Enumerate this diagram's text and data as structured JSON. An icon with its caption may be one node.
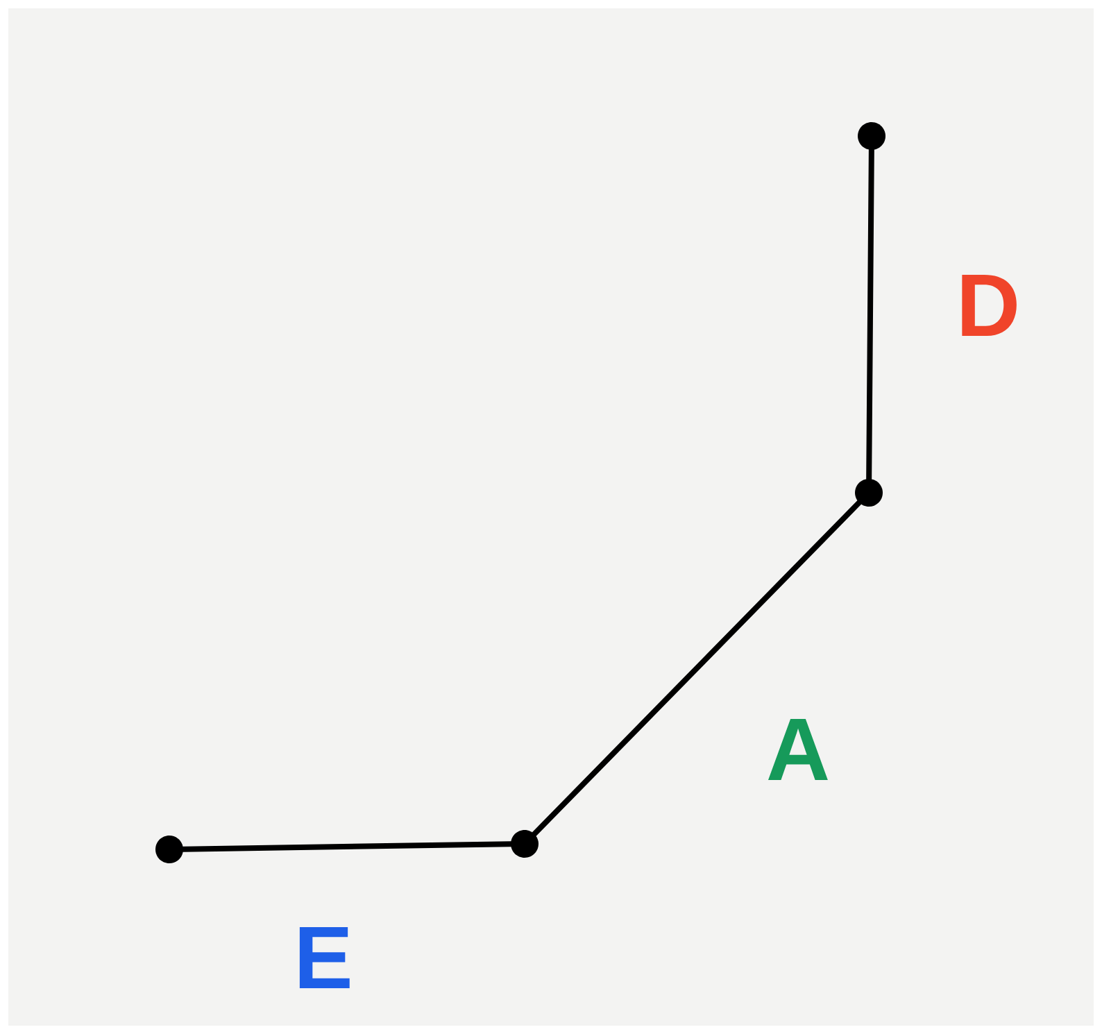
{
  "diagram": {
    "nodes": [
      {
        "text": [],
        "shape": "circle"
      },
      {
        "text": [],
        "shape": "circle"
      },
      {
        "text": [],
        "shape": "circle"
      },
      {
        "text": [],
        "shape": "circle"
      }
    ],
    "edges": [
      {
        "from": 0,
        "to": 1,
        "arrow": "none",
        "label": "D"
      },
      {
        "from": 1,
        "to": 2,
        "arrow": "none",
        "label": "A"
      },
      {
        "from": 2,
        "to": 3,
        "arrow": "none",
        "label": "E"
      }
    ]
  }
}
